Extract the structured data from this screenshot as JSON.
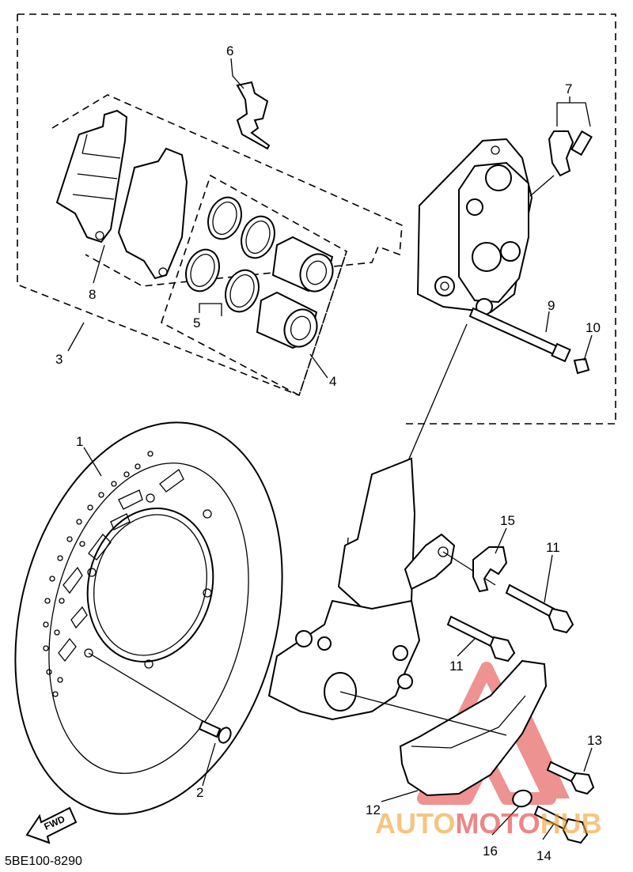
{
  "diagram": {
    "code": "5BE100-8290",
    "fwd_label": "FWD",
    "callouts": [
      "1",
      "2",
      "3",
      "4",
      "5",
      "6",
      "7",
      "8",
      "9",
      "10",
      "11",
      "11",
      "12",
      "13",
      "14",
      "15",
      "16"
    ]
  },
  "watermark": {
    "part1": "AUTO",
    "part2": "MOTO",
    "part3": "HUB",
    "color_orange": "#f0a030",
    "color_red": "#e03838"
  }
}
